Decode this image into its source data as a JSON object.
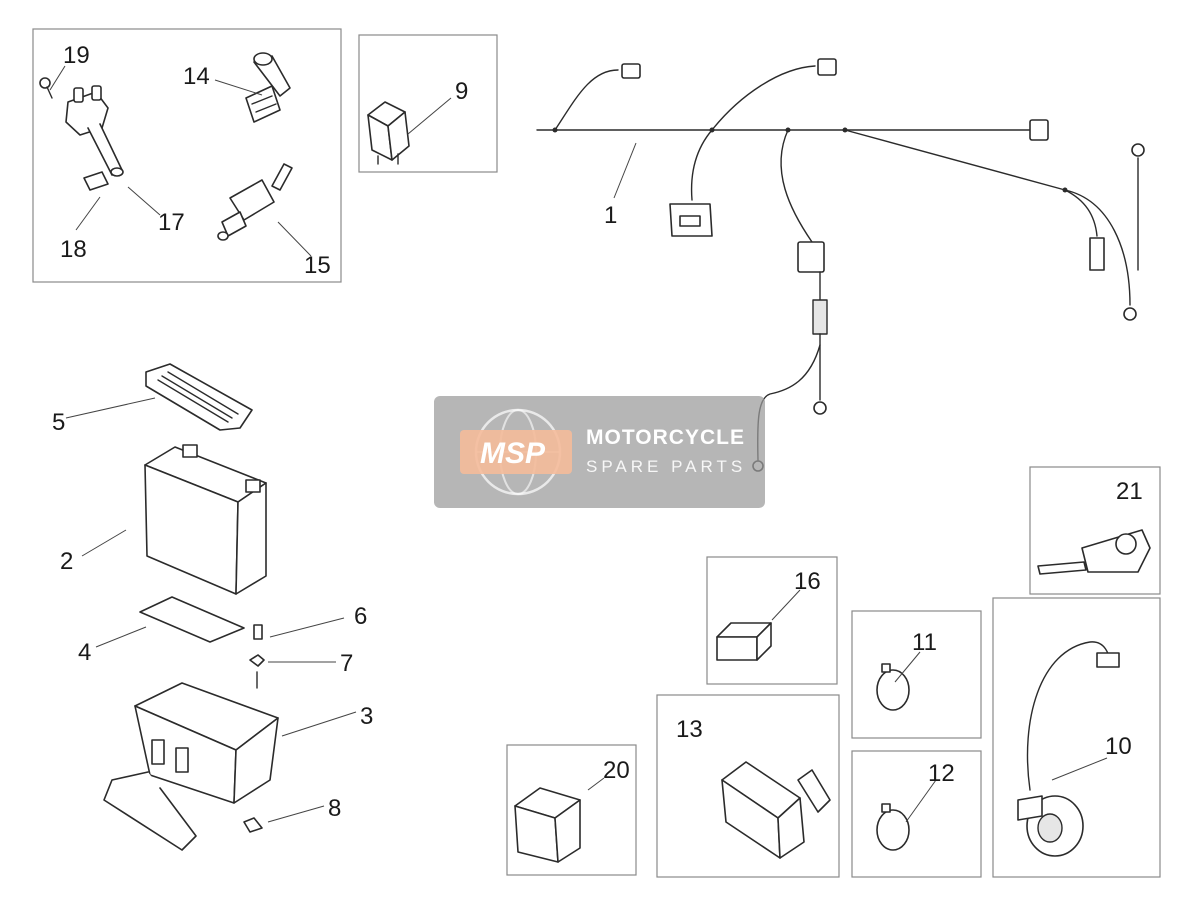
{
  "callouts": {
    "n1": "1",
    "n2": "2",
    "n3": "3",
    "n4": "4",
    "n5": "5",
    "n6": "6",
    "n7": "7",
    "n8": "8",
    "n9": "9",
    "n10": "10",
    "n11": "11",
    "n12": "12",
    "n13": "13",
    "n14": "14",
    "n15": "15",
    "n16": "16",
    "n17": "17",
    "n18": "18",
    "n19": "19",
    "n20": "20",
    "n21": "21"
  },
  "watermark": {
    "logo": "MSP",
    "line1": "MOTORCYCLE",
    "line2": "SPARE PARTS"
  },
  "colors": {
    "watermark_panel": "#9a9a9a",
    "watermark_logo": "#f3b08a",
    "line": "#2b2b2b",
    "frame": "#8a8a8a"
  }
}
